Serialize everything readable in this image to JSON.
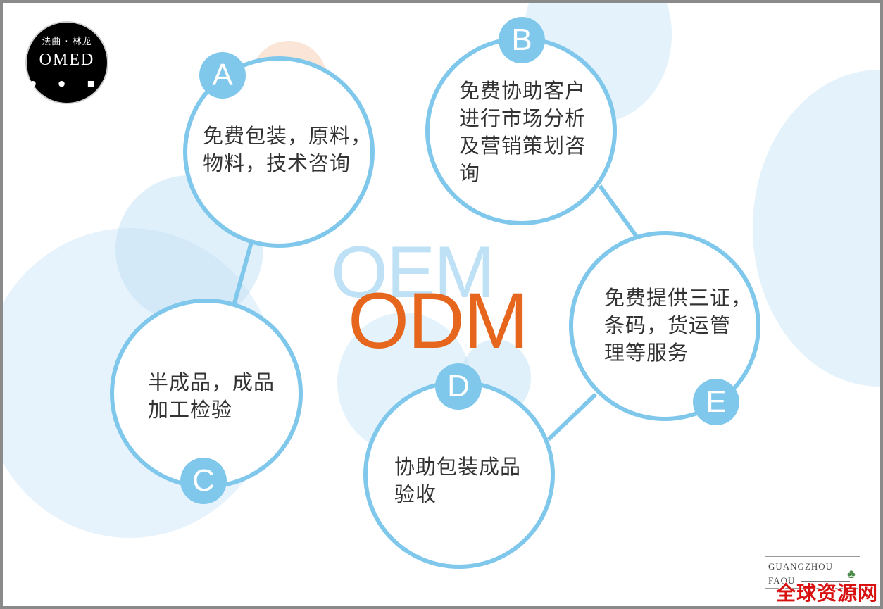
{
  "logo": {
    "top_text": "法曲 · 林龙",
    "word": "OMED"
  },
  "title": {
    "oem": "OEM",
    "odm": "ODM"
  },
  "nodes": [
    {
      "letter": "A",
      "lines": [
        "免费包装，原料，",
        "物料，技术咨询"
      ]
    },
    {
      "letter": "B",
      "lines": [
        "免费协助客户",
        "进行市场分析",
        "及营销策划咨",
        "询"
      ]
    },
    {
      "letter": "C",
      "lines": [
        "半成品，成品",
        "加工检验"
      ]
    },
    {
      "letter": "D",
      "lines": [
        "协助包装成品",
        "验收"
      ]
    },
    {
      "letter": "E",
      "lines": [
        "免费提供三证，",
        "条码，货运管",
        "理等服务"
      ]
    }
  ],
  "stamp": {
    "line1": "GUANGZHOU",
    "line2": "FAQU"
  },
  "watermark": "全球资源网",
  "colors": {
    "node_stroke": "#80c7ec",
    "oem": "#bfe1f5",
    "odm": "#e5661c"
  }
}
